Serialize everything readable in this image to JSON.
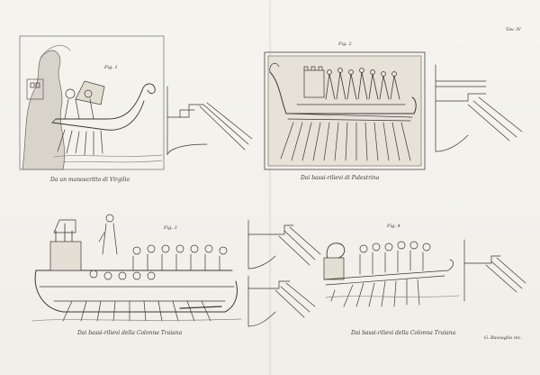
{
  "plate": {
    "number": "Tav. IV",
    "engraver": "G. Bassaglia inc."
  },
  "figures": [
    {
      "id": "fig1",
      "number": "Fig. 1",
      "caption": "Da un manoscritto di Virgilio"
    },
    {
      "id": "fig2",
      "number": "Fig. 2",
      "caption": "Dai bassi-rilievi di Palestrina"
    },
    {
      "id": "fig3",
      "number": "Fig. 3",
      "caption": "Dai bassi-rilievi della Colonna Traiana"
    },
    {
      "id": "fig4",
      "number": "Fig. 4",
      "caption": "Dai bassi-rilievi della Colonna Traiana"
    }
  ],
  "colors": {
    "paper": "#f3f1ec",
    "ink": "#2b2926"
  }
}
